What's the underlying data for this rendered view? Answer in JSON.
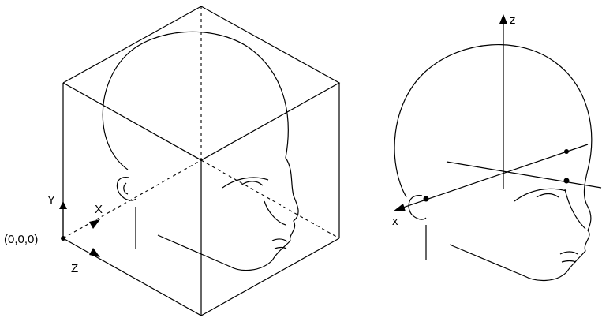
{
  "left_figure": {
    "origin_label": "(0,0,0)",
    "axis_y_label": "Y",
    "axis_x_label": "X",
    "axis_z_label": "Z"
  },
  "right_figure": {
    "axis_z_label": "z",
    "axis_x_label": "x"
  }
}
